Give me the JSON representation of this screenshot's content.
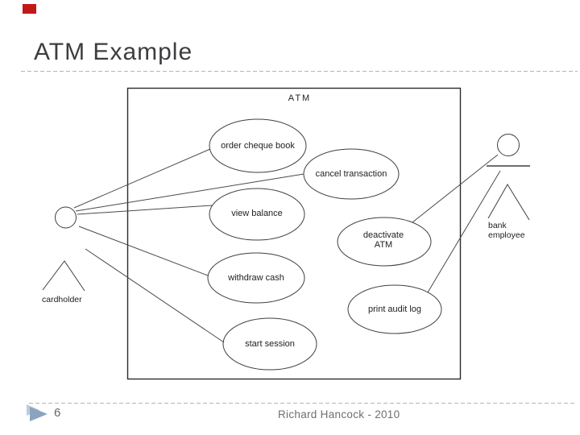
{
  "slide": {
    "title": "ATM Example",
    "page_number": "6",
    "footer_text": "Richard Hancock - 2010"
  },
  "diagram": {
    "system_label": "ATM",
    "use_cases": [
      {
        "label": "order cheque book"
      },
      {
        "label": "cancel transaction"
      },
      {
        "label": "view balance"
      },
      {
        "label": "deactivate ATM"
      },
      {
        "label": "withdraw cash"
      },
      {
        "label": "print audit log"
      },
      {
        "label": "start session"
      }
    ],
    "actors": [
      {
        "label": "cardholder"
      },
      {
        "label": "bank employee"
      }
    ]
  },
  "colors": {
    "marker_red": "#c21818",
    "arrow_blue": "#8aa4bd",
    "arrow_blue_light": "#bccbda",
    "title_text": "#3d3d40",
    "diagram_line": "#3f3f3f",
    "muted_text": "#6f6f6f",
    "divider": "#b5b5b5"
  }
}
